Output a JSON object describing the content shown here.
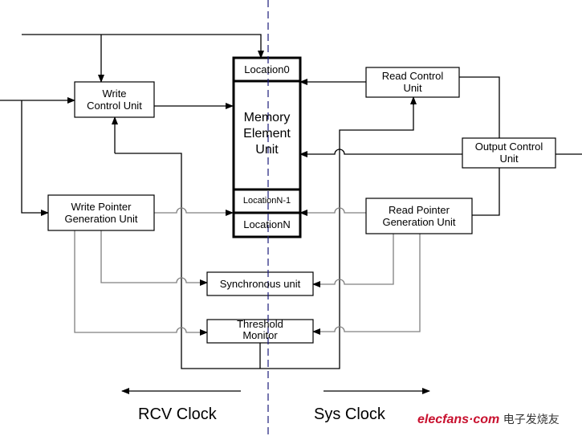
{
  "blocks": {
    "write_control": "Write\nControl Unit",
    "write_pointer": "Write Pointer\nGeneration Unit",
    "memory": "Memory\nElement\nUnit",
    "location0": "Location0",
    "location_n_minus_1": "LocationN-1",
    "location_n": "LocationN",
    "read_control": "Read Control\nUnit",
    "output_control": "Output Control\nUnit",
    "read_pointer": "Read Pointer\nGeneration Unit",
    "sync": "Synchronous unit",
    "threshold": "Threshold\nMonitor"
  },
  "clocks": {
    "left": "RCV Clock",
    "right": "Sys Clock"
  },
  "watermark": {
    "brand": "elecfans·com",
    "cn": "电子发烧友"
  },
  "colors": {
    "line": "#000000",
    "pointer_line": "#808080",
    "divider": "#1a1a7a",
    "watermark": "#c8102e"
  }
}
